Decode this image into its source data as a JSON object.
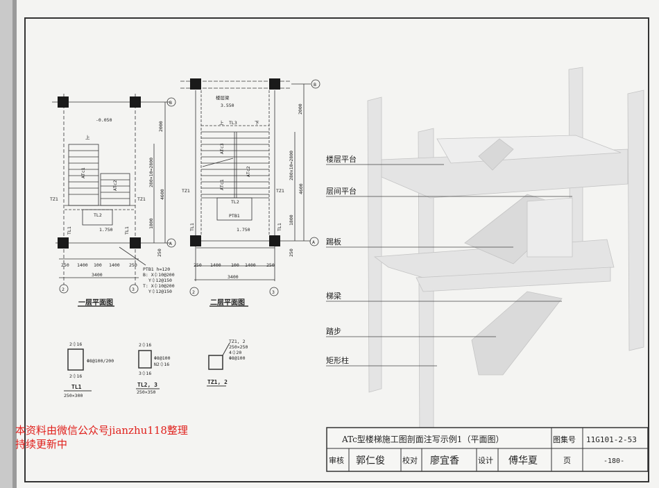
{
  "plan1": {
    "title": "一层平面图",
    "elev_top": "-0.050",
    "elev_landing": "1.750",
    "up": "上",
    "flight1": "ATc1",
    "flight2": "ATc2",
    "tz_left": "TZ1",
    "tz_right": "TZ1",
    "beam": "TL2",
    "tl_left": "TL1",
    "tl_right": "TL1",
    "dims_h": [
      "250",
      "1400",
      "100",
      "1400",
      "250"
    ],
    "dim_total": "3400",
    "dims_v": [
      "2000",
      "280×10=2800",
      "4600",
      "1800",
      "250"
    ],
    "axis_b": "B",
    "axis_a": "A",
    "axis_2": "2",
    "axis_3": "3",
    "ptb_note": [
      "PTB1  h=120",
      "B: X⏀10@200",
      "Y⏀12@150",
      "T: X⏀10@200",
      "Y⏀12@150"
    ]
  },
  "plan2": {
    "title": "二层平面图",
    "floor_beam": "楼层梁",
    "elev_top": "3.550",
    "elev_landing": "1.750",
    "up": "上",
    "down": "下",
    "beam_top": "TL3",
    "beam_mid": "TL2",
    "slab": "PTB1",
    "flight1": "ATc1",
    "flight2": "ATc2",
    "flight3": "ATc3",
    "tz_left": "TZ1",
    "tz_right": "TZ1",
    "tl_left": "TL1",
    "tl_right": "TL1",
    "dims_h": [
      "250",
      "1400",
      "100",
      "1400",
      "250"
    ],
    "dim_total": "3400",
    "dims_v": [
      "2000",
      "280x10=2800",
      "4600",
      "1800",
      "250"
    ],
    "axis_b": "B",
    "axis_a": "A",
    "axis_2": "2",
    "axis_3": "3"
  },
  "sections": [
    {
      "name": "TL1",
      "size": "250×300",
      "top": "2⏀16",
      "bottom": "2⏀16",
      "stirrup": "Φ8@100/200"
    },
    {
      "name": "TL2, 3",
      "size": "250×350",
      "top": "2⏀16",
      "bottom": "3⏀16",
      "stirrup": "Φ8@100",
      "side": "N2⏀16"
    },
    {
      "name": "TZ1, 2",
      "note": [
        "TZ1, 2",
        "250×250",
        "4⏀20",
        "Φ8@100"
      ]
    }
  ],
  "render_labels": [
    "楼层平台",
    "层间平台",
    "踢板",
    "梯梁",
    "踏步",
    "矩形柱"
  ],
  "title_block": {
    "title": "ATc型楼梯施工图剖面注写示例1（平面图）",
    "atlas_label": "图集号",
    "atlas_no": "11G101-2-53",
    "review_label": "审核",
    "reviewer": "郭仁俊",
    "check_label": "校对",
    "checker": "廖宜香",
    "design_label": "设计",
    "designer": "傅华夏",
    "page_label": "页",
    "page_no": "-180-"
  },
  "watermark": [
    "本资料由微信公众号jianzhu118整理",
    "持续更新中"
  ]
}
